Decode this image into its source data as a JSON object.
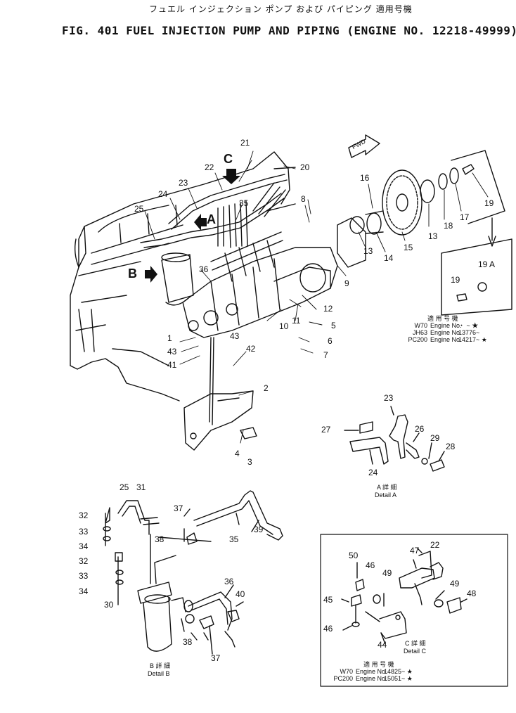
{
  "header": {
    "jp_title": "フュエル インジェクション ポンプ および パイピング  適用号機",
    "title": "FIG. 401  FUEL INJECTION PUMP AND PIPING  (ENGINE NO. 12218-49999)"
  },
  "arrows": {
    "fwd": "FWD",
    "view_a": "A",
    "view_b": "B",
    "view_c": "C"
  },
  "part_numbers": {
    "p1": "1",
    "p2": "2",
    "p3": "3",
    "p4": "4",
    "p5": "5",
    "p6": "6",
    "p7": "7",
    "p8": "8",
    "p9": "9",
    "p10": "10",
    "p11": "11",
    "p12": "12",
    "p13a": "13",
    "p13b": "13",
    "p14": "14",
    "p15": "15",
    "p16": "16",
    "p17": "17",
    "p18": "18",
    "p19a": "19",
    "p19b": "19",
    "p19A": "19 A",
    "p20": "20",
    "p21": "21",
    "p22": "22",
    "p23": "23",
    "p24": "24",
    "p25": "25",
    "p35": "35",
    "p36": "36",
    "p41": "41",
    "p42": "42",
    "p43a": "43",
    "p43b": "43",
    "a23": "23",
    "a24": "24",
    "a26": "26",
    "a27": "27",
    "a28": "28",
    "a29": "29",
    "b25": "25",
    "b30": "30",
    "b31": "31",
    "b32a": "32",
    "b32b": "32",
    "b33a": "33",
    "b33b": "33",
    "b34a": "34",
    "b34b": "34",
    "b35": "35",
    "b36": "36",
    "b37a": "37",
    "b37b": "37",
    "b38a": "38",
    "b38b": "38",
    "b39": "39",
    "b40": "40",
    "c22": "22",
    "c44": "44",
    "c45": "45",
    "c46a": "46",
    "c46b": "46",
    "c47": "47",
    "c48": "48",
    "c49a": "49",
    "c49b": "49",
    "c50": "50"
  },
  "details": {
    "a_jp": "A 詳 細",
    "a_en": "Detail A",
    "b_jp": "B 詳 細",
    "b_en": "Detail B",
    "c_jp": "C 詳 細",
    "c_en": "Detail C"
  },
  "table_19": {
    "heading": "適 用 号 機",
    "rows": [
      {
        "model": "W70",
        "label": "Engine No.",
        "range": "・ ~ ★"
      },
      {
        "model": "JH63",
        "label": "Engine No.",
        "range": "13776~"
      },
      {
        "model": "PC200",
        "label": "Engine No.",
        "range": "14217~ ★"
      }
    ]
  },
  "table_c": {
    "heading": "適 用 号 機",
    "rows": [
      {
        "model": "W70",
        "label": "Engine No.",
        "range": "14825~ ★"
      },
      {
        "model": "PC200",
        "label": "Engine No.",
        "range": "15051~ ★"
      }
    ]
  }
}
